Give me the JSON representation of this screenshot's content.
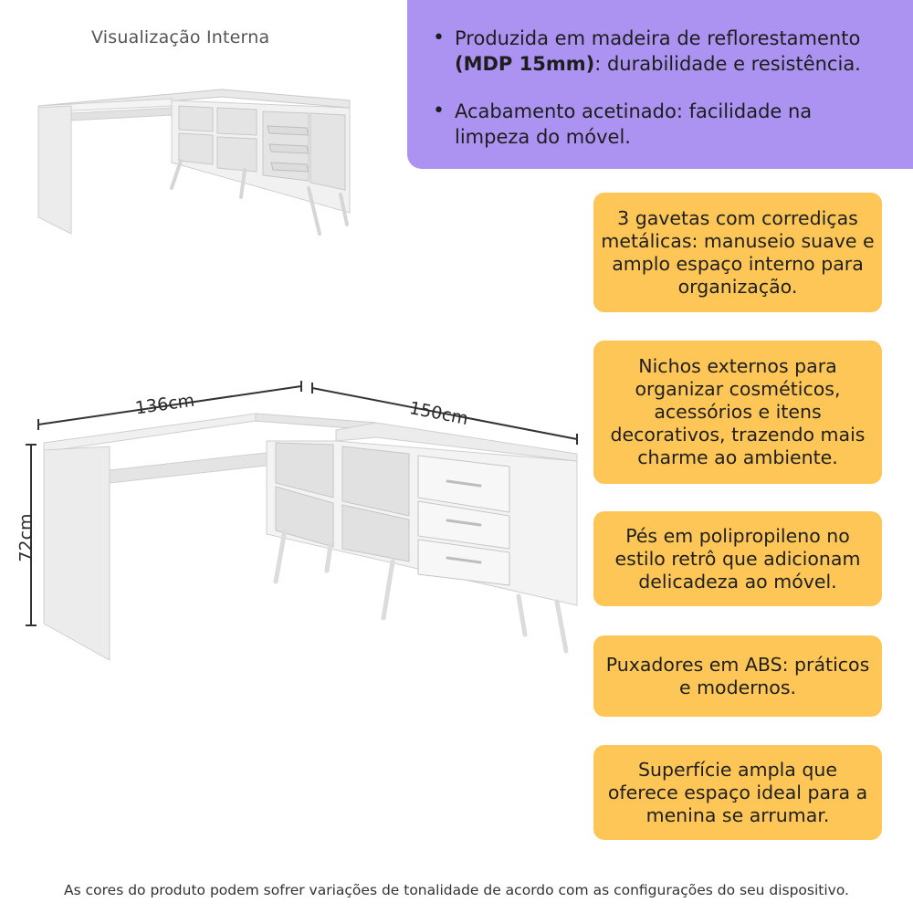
{
  "header": {
    "interna_title": "Visualização Interna"
  },
  "features_top": {
    "item1_bold": "Produzida em madeira de reflorestamento",
    "item1_bold2": "(MDP 15mm)",
    "item1_rest": ": durabilidade e resistência.",
    "item2": "Acabamento acetinado: facilidade na limpeza do móvel."
  },
  "cards": [
    "3 gavetas com corrediças metálicas: manuseio suave e amplo espaço interno para organização.",
    "Nichos externos para organizar cosméticos, acessórios e itens decorativos, trazendo mais charme ao ambiente.",
    "Pés em polipropileno no estilo retrô que adicionam delicadeza ao móvel.",
    "Puxadores em ABS: práticos e modernos.",
    "Superfície ampla que oferece espaço ideal para a menina se arrumar."
  ],
  "dimensions": {
    "width_left": "136cm",
    "width_right": "150cm",
    "height": "72cm"
  },
  "footer": {
    "disclaimer": "As cores do produto podem sofrer variações de tonalidade de acordo com as configurações do seu dispositivo."
  },
  "colors": {
    "purple": "#ac93f2",
    "yellow": "#fec656"
  }
}
